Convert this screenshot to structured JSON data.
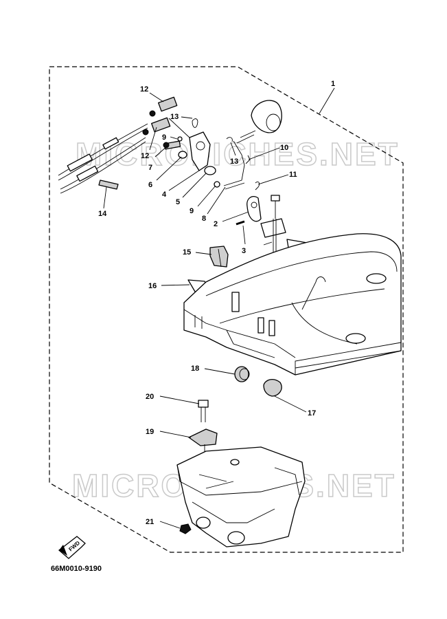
{
  "callouts": [
    "1",
    "2",
    "3",
    "4",
    "5",
    "6",
    "7",
    "8",
    "9",
    "9",
    "10",
    "11",
    "12",
    "12",
    "13",
    "13",
    "14",
    "15",
    "16",
    "17",
    "18",
    "19",
    "20",
    "21"
  ],
  "watermark": "MICROFICHES.NET",
  "fwd_label": "FWD",
  "diagram_code": "66M0010-9190"
}
